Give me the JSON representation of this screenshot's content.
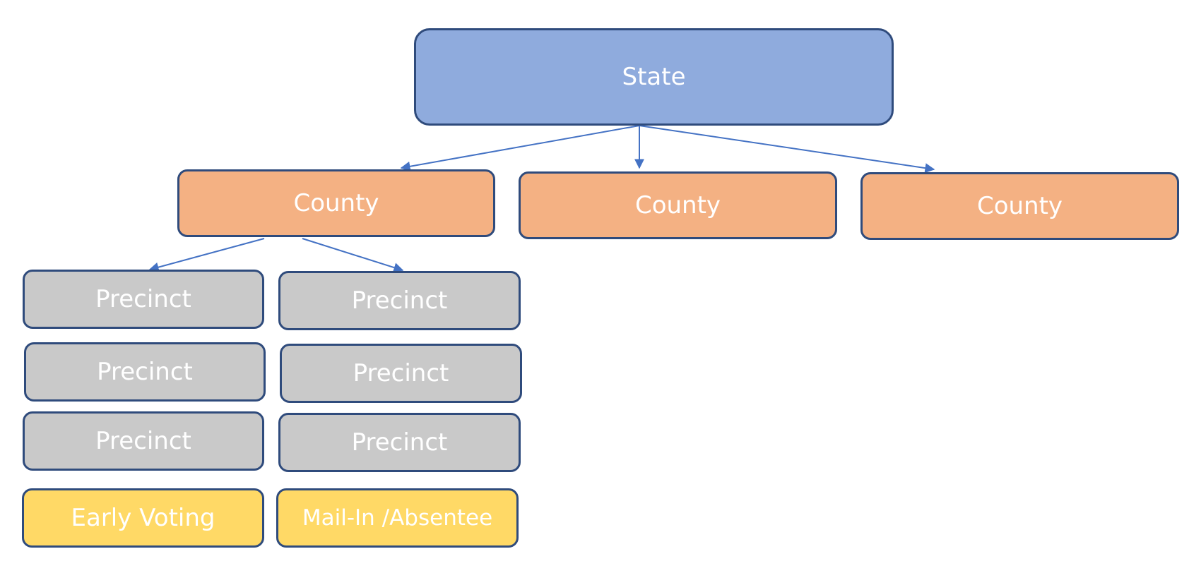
{
  "colors": {
    "state": "#8FABDD",
    "county": "#F4B183",
    "precinct": "#C9C9C9",
    "special": "#FFD966",
    "border": "#2F4B7C",
    "edge": "#4472C4"
  },
  "diagram": {
    "state": {
      "label": "State"
    },
    "counties": [
      {
        "label": "County"
      },
      {
        "label": "County"
      },
      {
        "label": "County"
      }
    ],
    "precincts_left": [
      {
        "label": "Precinct"
      },
      {
        "label": "Precinct"
      },
      {
        "label": "Precinct"
      }
    ],
    "precincts_right": [
      {
        "label": "Precinct"
      },
      {
        "label": "Precinct"
      },
      {
        "label": "Precinct"
      }
    ],
    "early_voting": {
      "label": "Early Voting"
    },
    "mail_in": {
      "label": "Mail-In /Absentee"
    }
  }
}
